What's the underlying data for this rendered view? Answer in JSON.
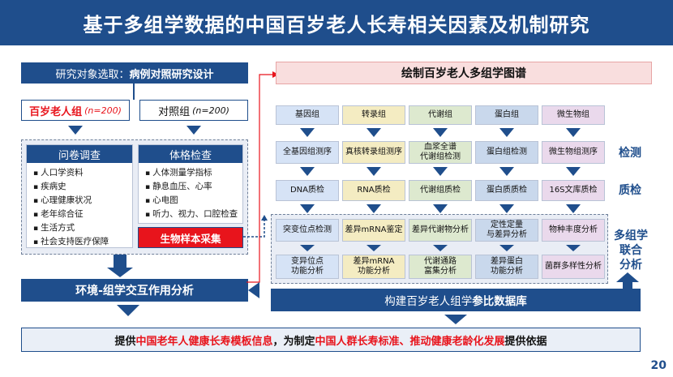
{
  "title": "基于多组学数据的中国百岁老人长寿相关因素及机制研究",
  "left": {
    "study_design_prefix": "研究对象选取：",
    "study_design": "病例对照研究设计",
    "case_group_label": "百岁老人组",
    "case_group_n": "(n=200)",
    "control_group_label": "对照组",
    "control_group_n": "(n=200)",
    "questionnaire": {
      "header": "问卷调查",
      "items": [
        "人口学资料",
        "疾病史",
        "心理健康状况",
        "老年综合征",
        "生活方式",
        "社会支持医疗保障"
      ]
    },
    "physical_exam": {
      "header": "体格检查",
      "items": [
        "人体测量学指标",
        "静息血压、心率",
        "心电图",
        "听力、视力、口腔检查"
      ]
    },
    "sample_collection": "生物样本采集",
    "interaction_analysis": "环境-组学交互作用分析"
  },
  "right": {
    "atlas": "绘制百岁老人多组学图谱",
    "omics": [
      "基因组",
      "转录组",
      "代谢组",
      "蛋白组",
      "微生物组"
    ],
    "detection": [
      "全基因组测序",
      "真核转录组测序",
      "血浆全谱\n代谢组检测",
      "蛋白组检测",
      "微生物组测序"
    ],
    "detection_label": "检测",
    "qc": [
      "DNA质检",
      "RNA质检",
      "代谢组质检",
      "蛋白质质检",
      "16S文库质检"
    ],
    "qc_label": "质检",
    "analysis1": [
      "突变位点检测",
      "差异mRNA鉴定",
      "差异代谢物分析",
      "定性定量\n与差异分析",
      "物种丰度分析"
    ],
    "analysis2": [
      "变异位点\n功能分析",
      "差异mRNA\n功能分析",
      "代谢通路\n富集分析",
      "差异蛋白\n功能分析",
      "菌群多样性分析"
    ],
    "joint_label": "多组学\n联合\n分析",
    "database_prefix": "构建百岁老人组学",
    "database_bold": "参比数据库"
  },
  "conclusion": {
    "p1": "提供",
    "r1": "中国老年人健康长寿模板信息",
    "p2": "，为制定",
    "r2": "中国人群长寿标准、推动健康老龄化发展",
    "p3": "提供依据"
  },
  "page_number": "20",
  "colors": {
    "navy": "#1f4e8c",
    "red": "#e8141c"
  }
}
